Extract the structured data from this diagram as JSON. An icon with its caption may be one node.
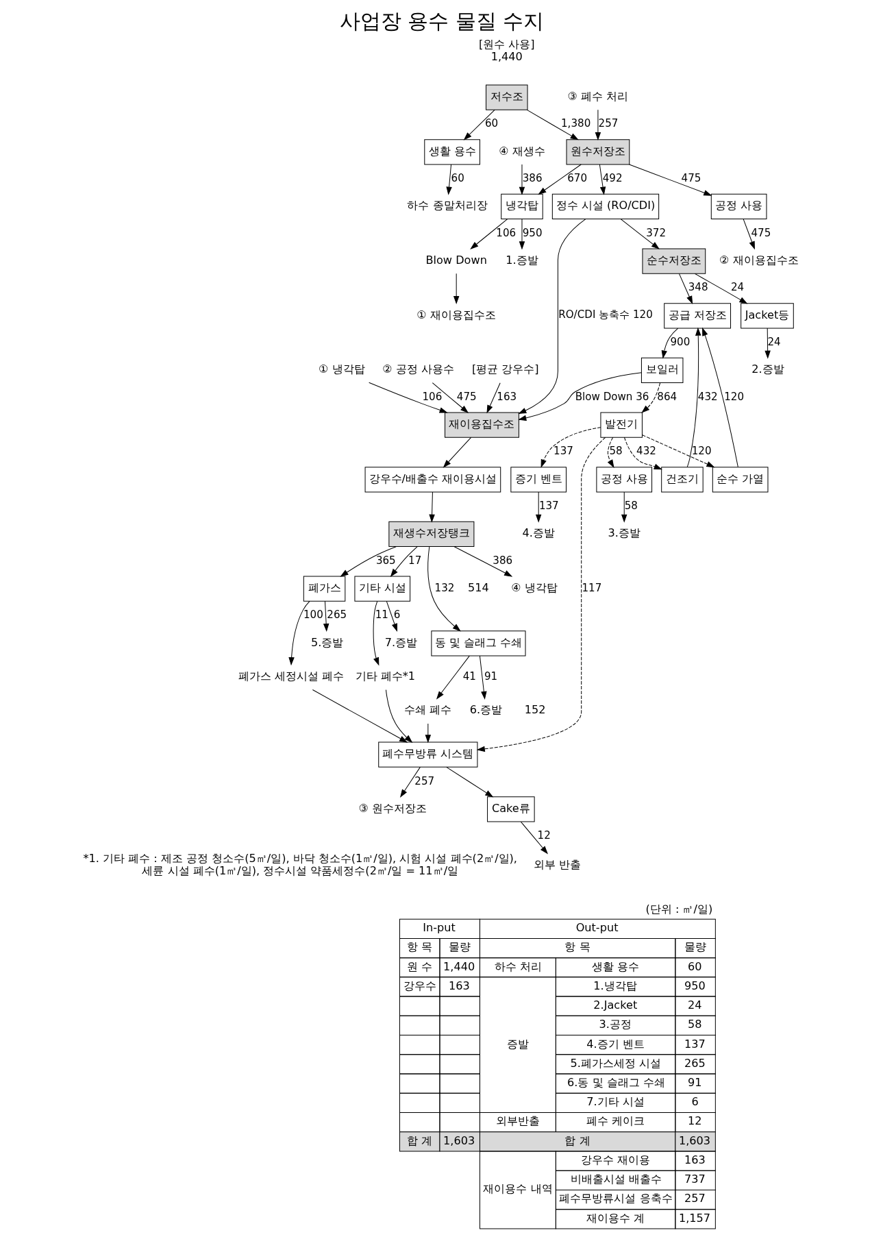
{
  "diagram": {
    "title": "사업장 용수 물질 수지",
    "nodes": [
      {
        "text": [
          "저수조"
        ]
      },
      {
        "text": [
          "생활 용수"
        ]
      },
      {
        "text": [
          "하수 종말처리장"
        ]
      },
      {
        "text": [
          "원수저장조"
        ]
      },
      {
        "text": [
          "③ 폐수 처리"
        ]
      },
      {
        "text": [
          "냉각탑"
        ]
      },
      {
        "text": [
          "④ 재생수"
        ]
      },
      {
        "text": [
          "1.증발"
        ]
      },
      {
        "text": [
          "Blow Down"
        ]
      },
      {
        "text": [
          "① 재이용집수조"
        ]
      },
      {
        "text": [
          "공정 사용"
        ]
      },
      {
        "text": [
          "② 재이용집수조"
        ]
      },
      {
        "text": [
          "정수 시설 (RO/CDI)"
        ]
      },
      {
        "text": [
          "순수저장조"
        ]
      },
      {
        "text": [
          "공급 저장조"
        ]
      },
      {
        "text": [
          "Jacket등"
        ]
      },
      {
        "text": [
          "2.증발"
        ]
      },
      {
        "text": [
          "보일러"
        ]
      },
      {
        "text": [
          "발전기"
        ]
      },
      {
        "text": [
          "순수 가열"
        ]
      },
      {
        "text": [
          "건조기"
        ]
      },
      {
        "text": [
          "공정 사용"
        ]
      },
      {
        "text": [
          "증기 벤트"
        ]
      },
      {
        "text": [
          "3.증발"
        ]
      },
      {
        "text": [
          "4.증발"
        ]
      },
      {
        "text": [
          "재이용집수조"
        ]
      },
      {
        "text": [
          "① 냉각탑"
        ]
      },
      {
        "text": [
          "② 공정 사용수"
        ]
      },
      {
        "text": [
          "[평균 강우수]"
        ]
      },
      {
        "text": [
          "강우수/배출수 재이용시설"
        ]
      },
      {
        "text": [
          "재생수저장탱크"
        ]
      },
      {
        "text": [
          "④ 냉각탑"
        ]
      },
      {
        "text": [
          "폐가스"
        ]
      },
      {
        "text": [
          "동 및 슬래그 수쇄"
        ]
      },
      {
        "text": [
          "기타 시설"
        ]
      },
      {
        "text": [
          "5.증발"
        ]
      },
      {
        "text": [
          "폐가스 세정시설 폐수"
        ]
      },
      {
        "text": [
          "6.증발"
        ]
      },
      {
        "text": [
          "수쇄 폐수"
        ]
      },
      {
        "text": [
          "7.증발"
        ]
      },
      {
        "text": [
          "기타 폐수*1"
        ]
      },
      {
        "text": [
          "폐수무방류 시스템"
        ]
      },
      {
        "text": [
          "③ 원수저장조"
        ]
      },
      {
        "text": [
          "Cake류"
        ]
      },
      {
        "text": [
          "외부 반출"
        ]
      }
    ],
    "edges": [
      {
        "from": 0,
        "to": 1,
        "arrow": "to",
        "label": "60"
      },
      {
        "from": 1,
        "to": 2,
        "arrow": "to",
        "label": "60"
      },
      {
        "from": 0,
        "to": 3,
        "arrow": "to",
        "label": "1,380"
      },
      {
        "from": 4,
        "to": 3,
        "arrow": "to",
        "label": "257"
      },
      {
        "from": 3,
        "to": 5,
        "arrow": "to",
        "label": "670"
      },
      {
        "from": 3,
        "to": 10,
        "arrow": "to",
        "label": "475"
      },
      {
        "from": 3,
        "to": 12,
        "arrow": "to",
        "label": "492"
      },
      {
        "from": 6,
        "to": 5,
        "arrow": "to",
        "label": "386"
      },
      {
        "from": 5,
        "to": 7,
        "arrow": "to",
        "label": "950"
      },
      {
        "from": 5,
        "to": 8,
        "arrow": "to",
        "label": "106"
      },
      {
        "from": 8,
        "to": 9,
        "arrow": "to"
      },
      {
        "from": 10,
        "to": 11,
        "arrow": "to",
        "label": "475"
      },
      {
        "from": 12,
        "to": 13,
        "arrow": "to",
        "label": "372"
      },
      {
        "from": 12,
        "to": 25,
        "arrow": "to",
        "label": "RO/CDI 농축수 120"
      },
      {
        "from": 13,
        "to": 14,
        "arrow": "to",
        "label": "348"
      },
      {
        "from": 13,
        "to": 15,
        "arrow": "to",
        "label": "24"
      },
      {
        "from": 15,
        "to": 16,
        "arrow": "to",
        "label": "24"
      },
      {
        "from": 14,
        "to": 17,
        "arrow": "to",
        "label": "900"
      },
      {
        "from": 17,
        "to": 25,
        "arrow": "to",
        "label": "Blow Down 36"
      },
      {
        "from": 17,
        "to": 18,
        "arrow": "to",
        "label": "864",
        "style": "dashed"
      },
      {
        "from": 18,
        "to": 19,
        "arrow": "to",
        "label": "120",
        "style": "dashed"
      },
      {
        "from": 18,
        "to": 20,
        "arrow": "to",
        "label": "432",
        "style": "dashed"
      },
      {
        "from": 18,
        "to": 21,
        "arrow": "to",
        "label": "58",
        "style": "dashed"
      },
      {
        "from": 18,
        "to": 22,
        "arrow": "to",
        "label": "137",
        "style": "dashed"
      },
      {
        "from": 18,
        "to": 41,
        "arrow": "to",
        "label": "117",
        "style": "dashed"
      },
      {
        "from": 19,
        "to": 14,
        "arrow": "to",
        "label": "120"
      },
      {
        "from": 20,
        "to": 14,
        "arrow": "to",
        "label": "432"
      },
      {
        "from": 21,
        "to": 23,
        "arrow": "to",
        "label": "58"
      },
      {
        "from": 22,
        "to": 24,
        "arrow": "to",
        "label": "137"
      },
      {
        "from": 26,
        "to": 25,
        "arrow": "to",
        "label": "106"
      },
      {
        "from": 27,
        "to": 25,
        "arrow": "to",
        "label": "475"
      },
      {
        "from": 28,
        "to": 25,
        "arrow": "to",
        "label": "163"
      },
      {
        "from": 25,
        "to": 29,
        "arrow": "to"
      },
      {
        "from": 29,
        "to": 30,
        "arrow": "to"
      },
      {
        "from": 30,
        "to": 31,
        "arrow": "to",
        "label": "386"
      },
      {
        "from": 30,
        "to": 32,
        "arrow": "to",
        "label": "365"
      },
      {
        "from": 30,
        "to": 33,
        "arrow": "to",
        "label": "132"
      },
      {
        "from": 30,
        "to": 34,
        "arrow": "to",
        "label": "17"
      },
      {
        "from": 32,
        "to": 35,
        "arrow": "to",
        "label": "265"
      },
      {
        "from": 32,
        "to": 36,
        "arrow": "to",
        "label": "100"
      },
      {
        "from": 33,
        "to": 37,
        "arrow": "to",
        "label": "91"
      },
      {
        "from": 33,
        "to": 38,
        "arrow": "to",
        "label": "41"
      },
      {
        "from": 34,
        "to": 39,
        "arrow": "to",
        "label": "6"
      },
      {
        "from": 34,
        "to": 40,
        "arrow": "to",
        "label": "11"
      },
      {
        "from": 36,
        "to": 41,
        "arrow": "to"
      },
      {
        "from": 38,
        "to": 41,
        "arrow": "to"
      },
      {
        "from": 40,
        "to": 41,
        "arrow": "to"
      },
      {
        "from": 41,
        "to": 42,
        "arrow": "to",
        "label": "257"
      },
      {
        "from": 41,
        "to": 43,
        "arrow": "to"
      },
      {
        "from": 43,
        "to": 44,
        "arrow": "to",
        "label": "12"
      }
    ],
    "labels": [
      "[원수 사용]",
      "1,440",
      "514",
      "152",
      "(단위 : ㎥/일)",
      "In-put",
      "Out-put",
      "항 목",
      "물량",
      "항 목",
      "물량",
      "원 수",
      "1,440",
      "하수 처리",
      "생활 용수",
      "60",
      "강우수",
      "163",
      "증발",
      "1.냉각탑",
      "950",
      "2.Jacket",
      "24",
      "3.공정",
      "58",
      "4.증기 벤트",
      "137",
      "5.폐가스세정 시설",
      "265",
      "6.동 및 슬래그 수쇄",
      "91",
      "7.기타 시설",
      "6",
      "외부반출",
      "폐수 케이크",
      "12",
      "합 계",
      "1,603",
      "합 계",
      "1,603",
      "재이용수 내역",
      "강우수 재이용",
      "163",
      "비배출시설 배출수",
      "737",
      "폐수무방류시설 응축수",
      "257",
      "재이용수 계",
      "1,157",
      "*1. 기타 폐수 : 제조 공정 청소수(5㎥/일), 바닥 청소수(1㎥/일), 시험 시설 폐수(2㎥/일), 세륜 시설 폐수(1㎥/일), 정수시설 약품세정수(2㎥/일 = 11㎥/일"
    ]
  }
}
